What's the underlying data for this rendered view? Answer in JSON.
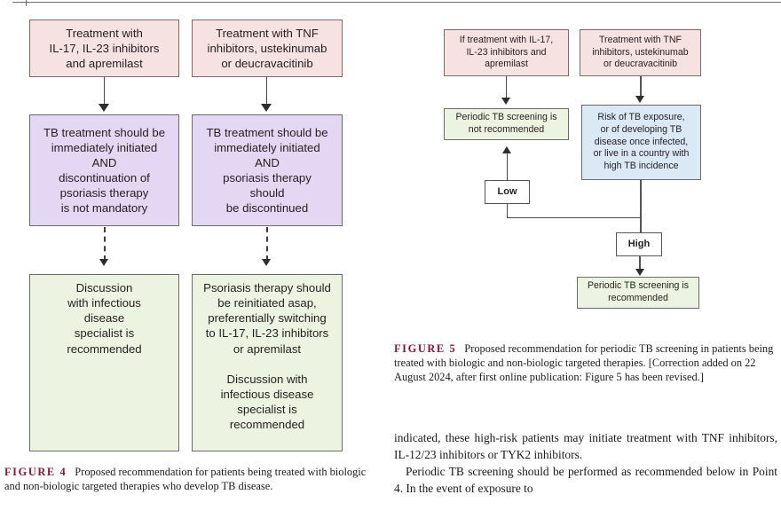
{
  "figure4": {
    "nodes": {
      "a1": "Treatment with\nIL-17, IL-23 inhibitors\nand apremilast",
      "a2": "Treatment with TNF\ninhibitors, ustekinumab\nor deucravacitinib",
      "b1": "TB treatment should be\nimmediately initiated\nAND\ndiscontinuation of\npsoriasis therapy\nis not mandatory",
      "b2": "TB treatment should be\nimmediately initiated\nAND\npsoriasis therapy\nshould\nbe discontinued",
      "c1": "Discussion\nwith infectious\ndisease\nspecialist is\nrecommended",
      "c2": "Psoriasis therapy should\nbe reinitiated asap,\npreferentially switching\nto IL-17, IL-23 inhibitors\nor apremilast\n\nDiscussion with\ninfectious disease\nspecialist is\nrecommended"
    },
    "caption": {
      "label": "FIGURE 4",
      "text": "Proposed recommendation for patients being treated with biologic and non-biologic targeted therapies who develop TB disease."
    }
  },
  "figure5": {
    "nodes": {
      "a1": "If treatment with IL-17,\nIL-23 inhibitors and\napremilast",
      "a2": "Treatment with TNF\ninhibitors, ustekinumab\nor deucravacitinib",
      "b1": "Periodic TB screening is\nnot recommended",
      "b2": "Risk of TB exposure,\nor of developing TB\ndisease once infected,\nor live in a country with\nhigh TB incidence",
      "low": "Low",
      "high": "High",
      "c2": "Periodic TB screening is\nrecommended"
    },
    "caption": {
      "label": "FIGURE 5",
      "text": "Proposed recommendation for periodic TB screening in patients being treated with biologic and non-biologic targeted therapies. [Correction added on 22 August 2024, after first online publication: Figure 5 has been revised.]"
    }
  },
  "body": {
    "para1": "indicated, these high-risk patients may initiate treatment with TNF inhibitors, IL-12/23 inhibitors or TYK2 inhibitors.",
    "para2": "Periodic TB screening should be performed as recommended below in Point 4. In the event of exposure to"
  },
  "colors": {
    "pink": "#f6e3e1",
    "purple": "#e4d7f4",
    "green": "#edf3e1",
    "blue": "#dbe9f7",
    "figure_label": "#8e1537"
  }
}
